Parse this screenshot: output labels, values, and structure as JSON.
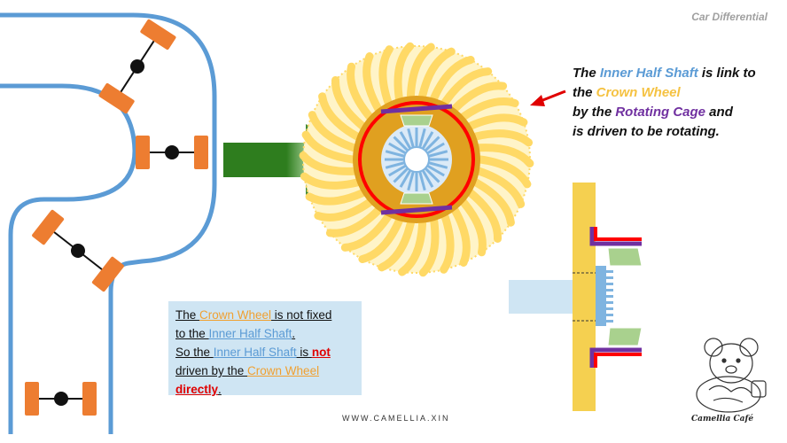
{
  "title": "Car Differential",
  "explanation": {
    "line1_a": "The ",
    "line1_b": "Inner Half Shaft",
    "line1_c": " is link to",
    "line2_a": "the ",
    "line2_b": "Crown Wheel",
    "line3_a": "by the ",
    "line3_b": "Rotating Cage",
    "line3_c": " and",
    "line4": "is driven to be rotating."
  },
  "note": {
    "l1_a": "The ",
    "l1_b": "Crown Wheel",
    "l1_c": " is not fixed",
    "l2_a": "to the ",
    "l2_b": "Inner Half Shaft",
    "l2_c": ".",
    "l3_a": "So the ",
    "l3_b": "Inner Half Shaft",
    "l3_c": " is ",
    "l3_d": "not",
    "l4_a": "driven by the ",
    "l4_b": "Crown Wheel",
    "l5_a": "directly",
    "l5_b": "."
  },
  "website": "WWW.CAMELLIA.XIN",
  "logo_text": "Camellia Café",
  "icons": [
    "road-outline",
    "car-axle-icon",
    "drive-arrow-icon",
    "crown-wheel-gear",
    "pointer-arrow-icon",
    "differential-cross-section",
    "bear-logo-icon"
  ],
  "colors": {
    "road": "#5b9bd5",
    "wheel": "#ed7d31",
    "gear": "#ffd966",
    "cage": "#e0a020",
    "ring": "#ff0000",
    "arrow": "#2e7d1e",
    "purple": "#7030a0",
    "shaft": "#bdd7ee"
  }
}
